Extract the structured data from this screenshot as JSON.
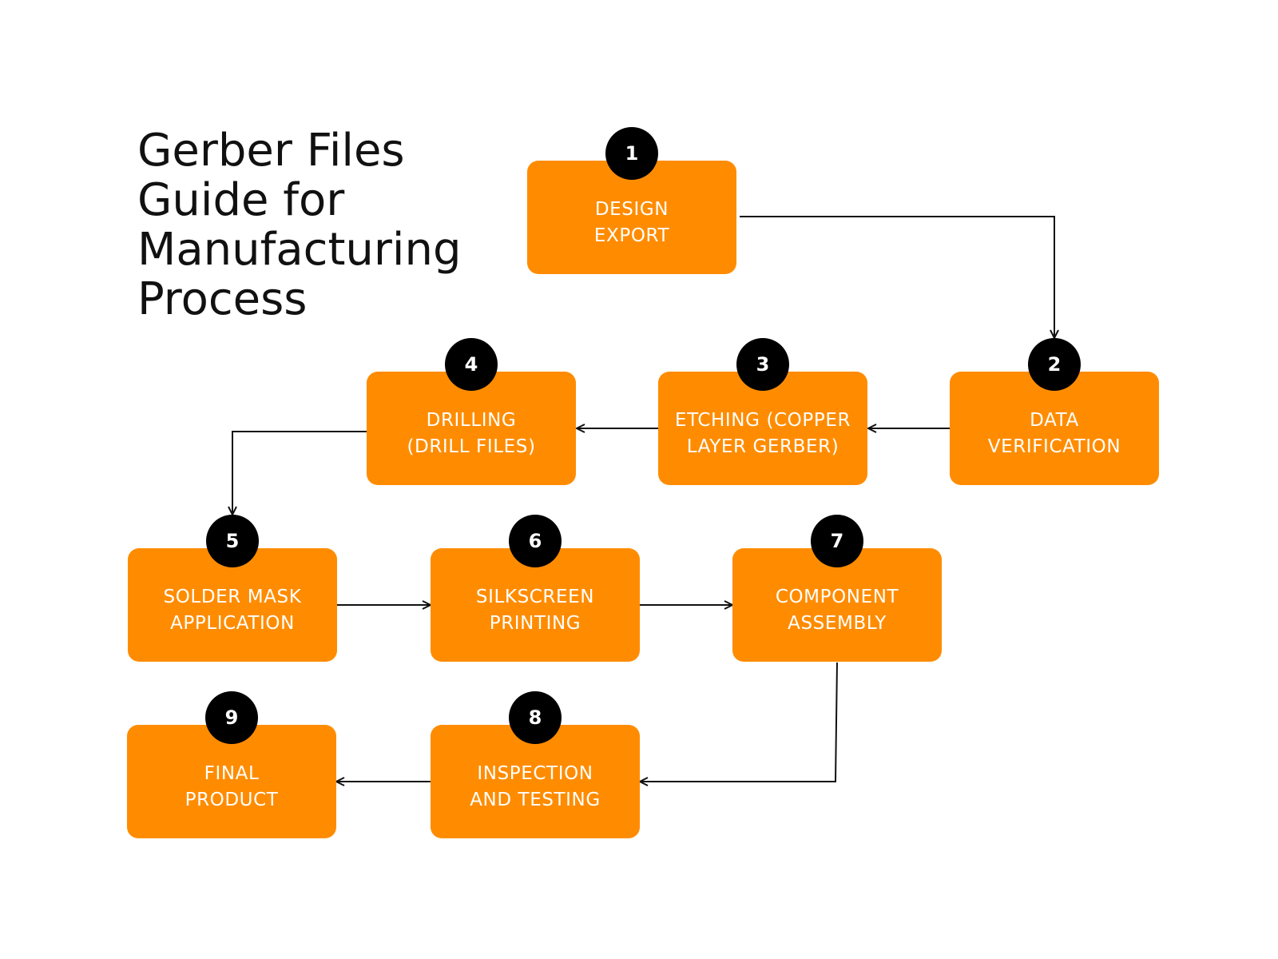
{
  "title_lines": [
    "Gerber Files",
    "Guide for",
    "Manufacturing",
    "Process"
  ],
  "colors": {
    "box": "#FF8C00",
    "badge": "#000000",
    "box_text": "#FFFFFF",
    "arrow": "#111111"
  },
  "steps": [
    {
      "number": "1",
      "label_lines": [
        "DESIGN",
        "EXPORT"
      ]
    },
    {
      "number": "2",
      "label_lines": [
        "DATA",
        "VERIFICATION"
      ]
    },
    {
      "number": "3",
      "label_lines": [
        "ETCHING (COPPER",
        "LAYER GERBER)"
      ]
    },
    {
      "number": "4",
      "label_lines": [
        "DRILLING",
        "(DRILL FILES)"
      ]
    },
    {
      "number": "5",
      "label_lines": [
        "SOLDER MASK",
        "APPLICATION"
      ]
    },
    {
      "number": "6",
      "label_lines": [
        "SILKSCREEN",
        "PRINTING"
      ]
    },
    {
      "number": "7",
      "label_lines": [
        "COMPONENT",
        "ASSEMBLY"
      ]
    },
    {
      "number": "8",
      "label_lines": [
        "INSPECTION",
        "AND TESTING"
      ]
    },
    {
      "number": "9",
      "label_lines": [
        "FINAL",
        "PRODUCT"
      ]
    }
  ],
  "flow": [
    {
      "from": "1",
      "to": "2"
    },
    {
      "from": "2",
      "to": "3"
    },
    {
      "from": "3",
      "to": "4"
    },
    {
      "from": "4",
      "to": "5"
    },
    {
      "from": "5",
      "to": "6"
    },
    {
      "from": "6",
      "to": "7"
    },
    {
      "from": "7",
      "to": "8"
    },
    {
      "from": "8",
      "to": "9"
    }
  ]
}
